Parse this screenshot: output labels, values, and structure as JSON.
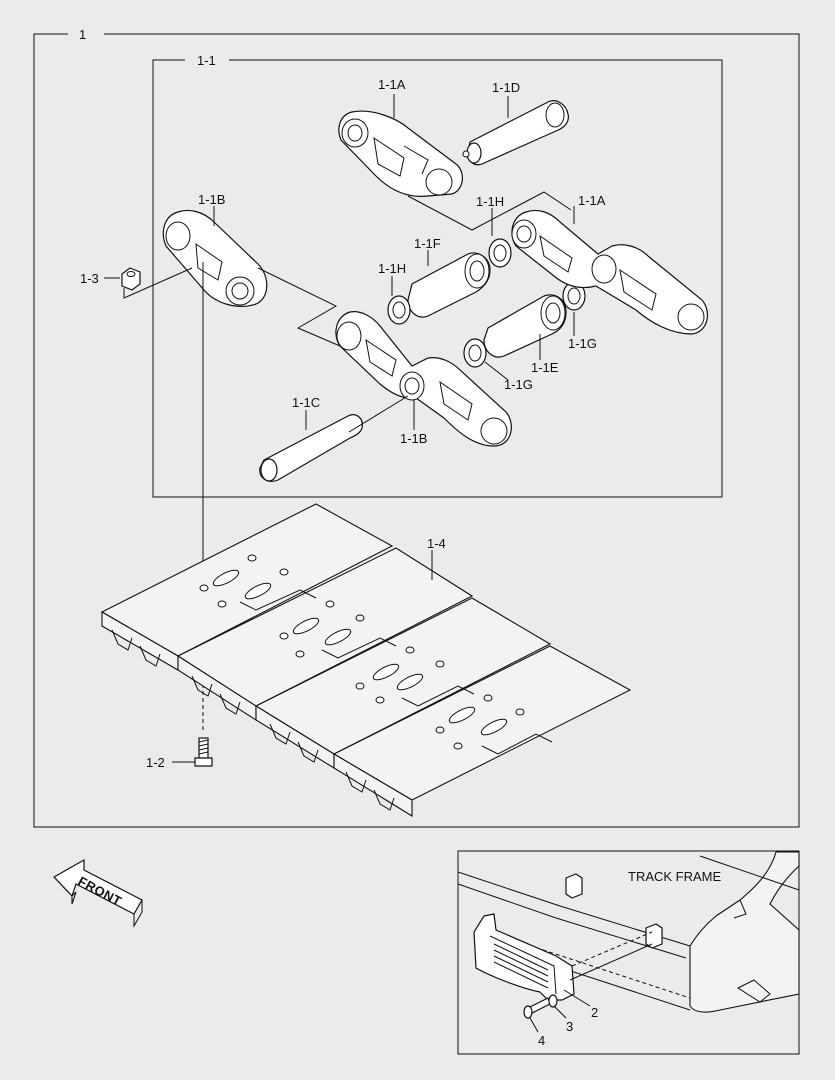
{
  "assembly": {
    "main_label": "1",
    "sub_label": "1-1"
  },
  "parts": {
    "p_1_1A_top": "1-1A",
    "p_1_1A_right": "1-1A",
    "p_1_1B_left": "1-1B",
    "p_1_1B_bottom": "1-1B",
    "p_1_1C": "1-1C",
    "p_1_1D": "1-1D",
    "p_1_1E": "1-1E",
    "p_1_1F": "1-1F",
    "p_1_1G_right": "1-1G",
    "p_1_1G_bottom": "1-1G",
    "p_1_1H_top": "1-1H",
    "p_1_1H_left": "1-1H",
    "p_1_2": "1-2",
    "p_1_3": "1-3",
    "p_1_4": "1-4"
  },
  "inset": {
    "title": "TRACK FRAME",
    "p2": "2",
    "p3": "3",
    "p4": "4"
  },
  "direction_label": "FRONT"
}
